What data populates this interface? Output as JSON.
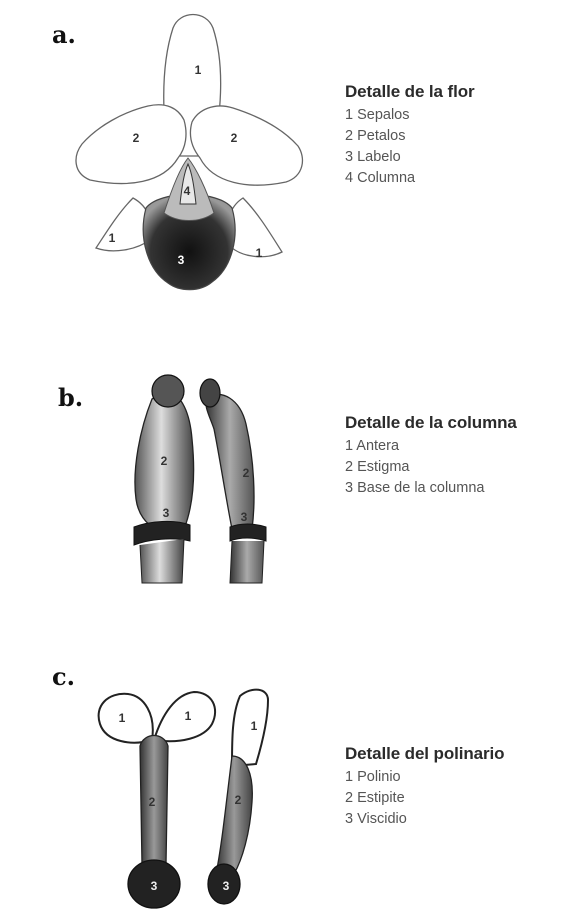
{
  "panels": [
    {
      "letter": "a.",
      "title": "Detalle de la flor",
      "items": [
        "1 Sepalos",
        "2 Petalos",
        "3 Labelo",
        "4 Columna"
      ],
      "figure_labels": [
        "1",
        "2",
        "2",
        "1",
        "1",
        "3",
        "4"
      ]
    },
    {
      "letter": "b.",
      "title": "Detalle de la columna",
      "items": [
        "1 Antera",
        "2 Estigma",
        "3 Base de la columna"
      ],
      "figure_labels": [
        "2",
        "2",
        "3",
        "3"
      ]
    },
    {
      "letter": "c.",
      "title": "Detalle del polinario",
      "items": [
        "1 Polinio",
        "2 Estipite",
        "3 Viscidio"
      ],
      "figure_labels": [
        "1",
        "1",
        "1",
        "2",
        "2",
        "3",
        "3"
      ]
    }
  ]
}
